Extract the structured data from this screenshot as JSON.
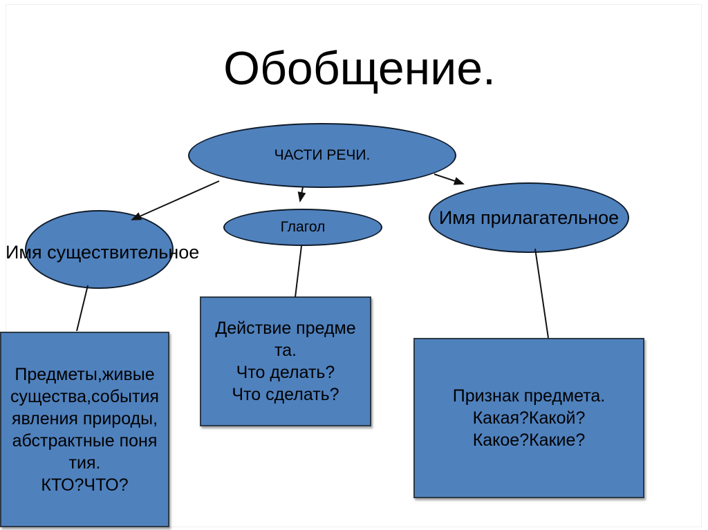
{
  "slide": {
    "title": "Обобщение."
  },
  "diagram": {
    "root": {
      "label": "ЧАСТИ РЕЧИ."
    },
    "branches": {
      "noun": {
        "label": "Имя существительное",
        "detail": "Предметы,живые\nсущества,события\nявления природы,\nабстрактные поня\nтия.\nКТО?ЧТО?"
      },
      "verb": {
        "label": "Глагол",
        "detail": "Действие предме\nта.\nЧто делать?\nЧто сделать?"
      },
      "adjective": {
        "label": "Имя прилагательное",
        "detail": "Признак предмета.\nКакая?Какой?\nКакое?Какие?"
      }
    }
  },
  "colors": {
    "shape_fill": "#4f81bd",
    "ellipse_border": "#0f1b29",
    "rect_border": "#2b3947",
    "connector": "#111111",
    "text": "#000000",
    "background": "#ffffff"
  }
}
